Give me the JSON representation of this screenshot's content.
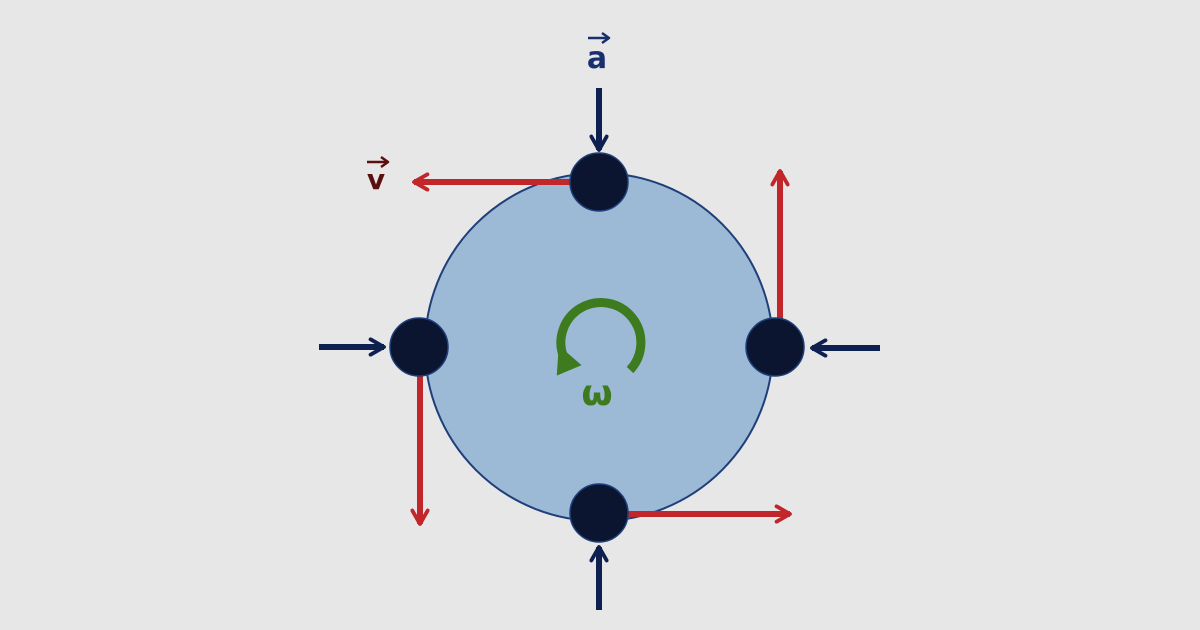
{
  "labels": {
    "acceleration": "a",
    "velocity": "v",
    "angular_velocity": "ω"
  },
  "colors": {
    "background": "#e7e7e7",
    "disk_fill": "#9cb9d5",
    "disk_stroke": "#1f3f7a",
    "mass": "#0b1530",
    "acceleration_arrow": "#0e2050",
    "velocity_arrow": "#c0262a",
    "rotation_arrow": "#3e7a1e",
    "acceleration_label": "#1a2f6e",
    "velocity_label": "#5a1010"
  }
}
